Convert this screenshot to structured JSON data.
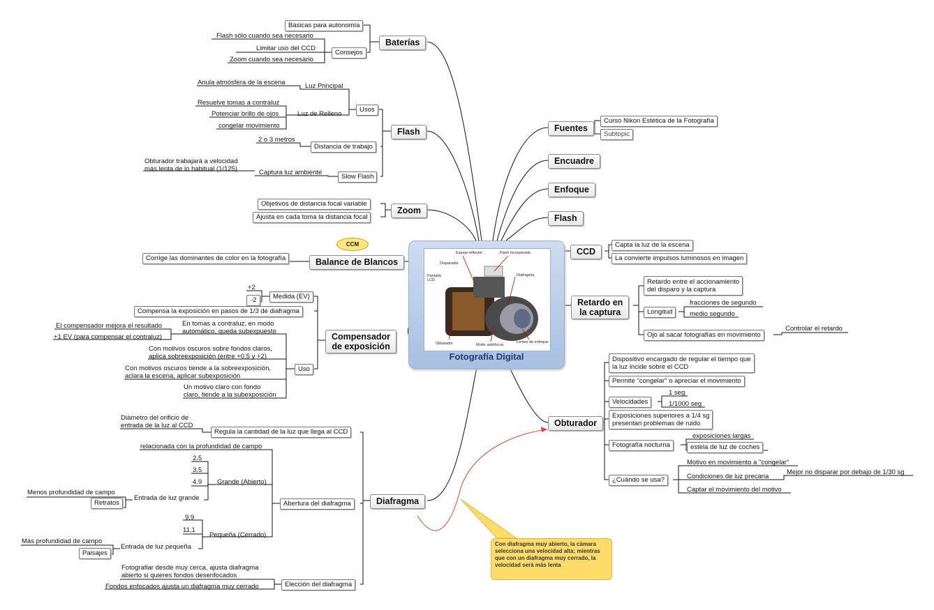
{
  "central": {
    "title": "Fotografía Digital",
    "image_labels": {
      "espejo": "Espejo reflector",
      "flash_incorporado": "Flash incorporado",
      "disparador": "Disparador",
      "pantalla": "Pantalla\nLCD",
      "diafragma": "Diafragma",
      "obturador": "Obturador",
      "motor": "Motor autofocus",
      "lentes": "Lentes de enfoque"
    }
  },
  "ccm": "CCM",
  "callout": "Con diafragma muy abierto, la cámara selecciona una velocidad alta; mientras que con un diafragma muy cerrado, la velocidad será más lenta",
  "left": {
    "baterias": {
      "label": "Baterías",
      "basicas": "Básicas para autonomía",
      "consejos": "Consejos",
      "flash_solo": "Flash sólo cuando sea necesario",
      "limitar": "Limitar uso del CCD",
      "zoom_cuando": "Zoom cuando sea necesario"
    },
    "flash": {
      "label": "Flash",
      "usos": "Usos",
      "luz_principal": "Luz Principal",
      "anula": "Anula atmósfera de la escena",
      "luz_relleno": "Luz de Relleno",
      "resuelve": "Resuelve tomas a contraluz",
      "potenciar": "Potenciar brillo de ojos",
      "congelar": "congelar movimiento",
      "distancia": "Distancia de trabajo",
      "dos_tres": "2 o 3 metros",
      "slow_flash": "Slow Flash",
      "captura": "Captura luz ambiente",
      "obturador_lento_1": "Obturador trabajará a velocidad",
      "obturador_lento_2": "más lenta de lo habitual (1/125)"
    },
    "zoom": {
      "label": "Zoom",
      "objetivos": "Objetivos de distancia focal variable",
      "ajusta": "Ajusta en cada toma la distancia focal"
    },
    "balance": {
      "label": "Balance de Blancos",
      "corrige": "Corrige las dominantes de color en la fotografía"
    },
    "compensador": {
      "label_1": "Compensador",
      "label_2": "de exposición",
      "medida": "Medida (EV)",
      "plus2": "+2",
      "minus2": "-2",
      "compensa": "Compensa la exposición en pasos de 1/3 de diafragma",
      "uso": "Uso",
      "contraluz_1": "En tomas a contraluz, en modo",
      "contraluz_2": "automático, queda subexpuesto",
      "mejora": "El compensador mejora el resultado",
      "plus1": "+1 EV (para compensar el contraluz)",
      "oscuros_1": "Con motivos oscuros sobre fondos claros,",
      "oscuros_2": "aplica sobreexposición (entre +0,5 y +2)",
      "oscuros_b_1": "Con motivos oscuros tiende a la sobreexposición,",
      "oscuros_b_2": "aclara la escena, aplicar subexposición",
      "claro_1": "Un motivo claro con fondo",
      "claro_2": "claro, tiende a la subexposición"
    },
    "diafragma": {
      "label": "Diafragma",
      "regula": "Regula la cantidad de la luz que llega al CCD",
      "diametro_1": "Diámetro del orificio de",
      "diametro_2": "entrada de la luz al CCD",
      "abertura": "Abertura del diafragma",
      "relacionada": "relacionada con la profundidad de campo",
      "grande": "Grande (Abierto)",
      "v25": "2.5",
      "v35": "3.5",
      "v49": "4.9",
      "entrada_grande": "Entrada de luz grande",
      "menos": "Menos profundidad de campo",
      "retratos": "Retratos",
      "pequena": "Pequeña (Cerrado)",
      "v99": "9,9",
      "v111": "11,1",
      "entrada_pequena": "Entrada de luz pequeña",
      "mas": "Más profundidad de campo",
      "paisajes": "Paisajes",
      "eleccion": "Elección del diafragma",
      "cerca_1": "Fotografiar desde muy cerca, ajusta diafragma",
      "cerca_2": "abierto si quieres fondos desenfocados",
      "fondos": "Fondos enfocados ajusta un diafragma muy cerrado"
    }
  },
  "right": {
    "fuentes": {
      "label": "Fuentes",
      "curso": "Curso Nikon Estética de la Fotografía",
      "subtopic": "Subtopic"
    },
    "encuadre": "Encuadre",
    "enfoque": "Enfoque",
    "flash": "Flash",
    "ccd": {
      "label": "CCD",
      "capta": "Capta la luz de la escena",
      "convierte": "La convierte impulsos luminosos en imagen"
    },
    "retardo": {
      "label_1": "Retardo en",
      "label_2": "la captura",
      "def_1": "Retardo entre el accionamiento",
      "def_2": "del disparo y la captura",
      "longitud": "Longitud",
      "fracciones": "fracciones de segundo",
      "medio": "medio segundo",
      "ojo": "Ojo al sacar fotografías en movimiento",
      "controlar": "Controlar el retardo"
    },
    "obturador": {
      "label": "Obturador",
      "disp_1": "Dispositivo encargado de regular el tiempo que",
      "disp_2": "la luz incide sobre el CCD",
      "permite": "Permite \"congelar\" o apreciar el movimiento",
      "velocidades": "Velocidades",
      "seg1": "1 seg",
      "seg1000": "1/1000 seg",
      "expo_1": "Exposiciones superiores a 1/4 sg",
      "expo_2": "presentan problemas de ruido",
      "nocturna": "Fotografía nocturna",
      "expo_largas": "exposiciones largas",
      "estela": "estela de luz de coches",
      "cuando": "¿Cuándo se usa?",
      "motivo": "Motivo en movimiento a \"congelar\"",
      "condiciones": "Condiciones de luz precaria",
      "mejor": "Mejor no disparar por debajo de 1/30 sg",
      "captar": "Captar el movimiento del motivo"
    }
  }
}
